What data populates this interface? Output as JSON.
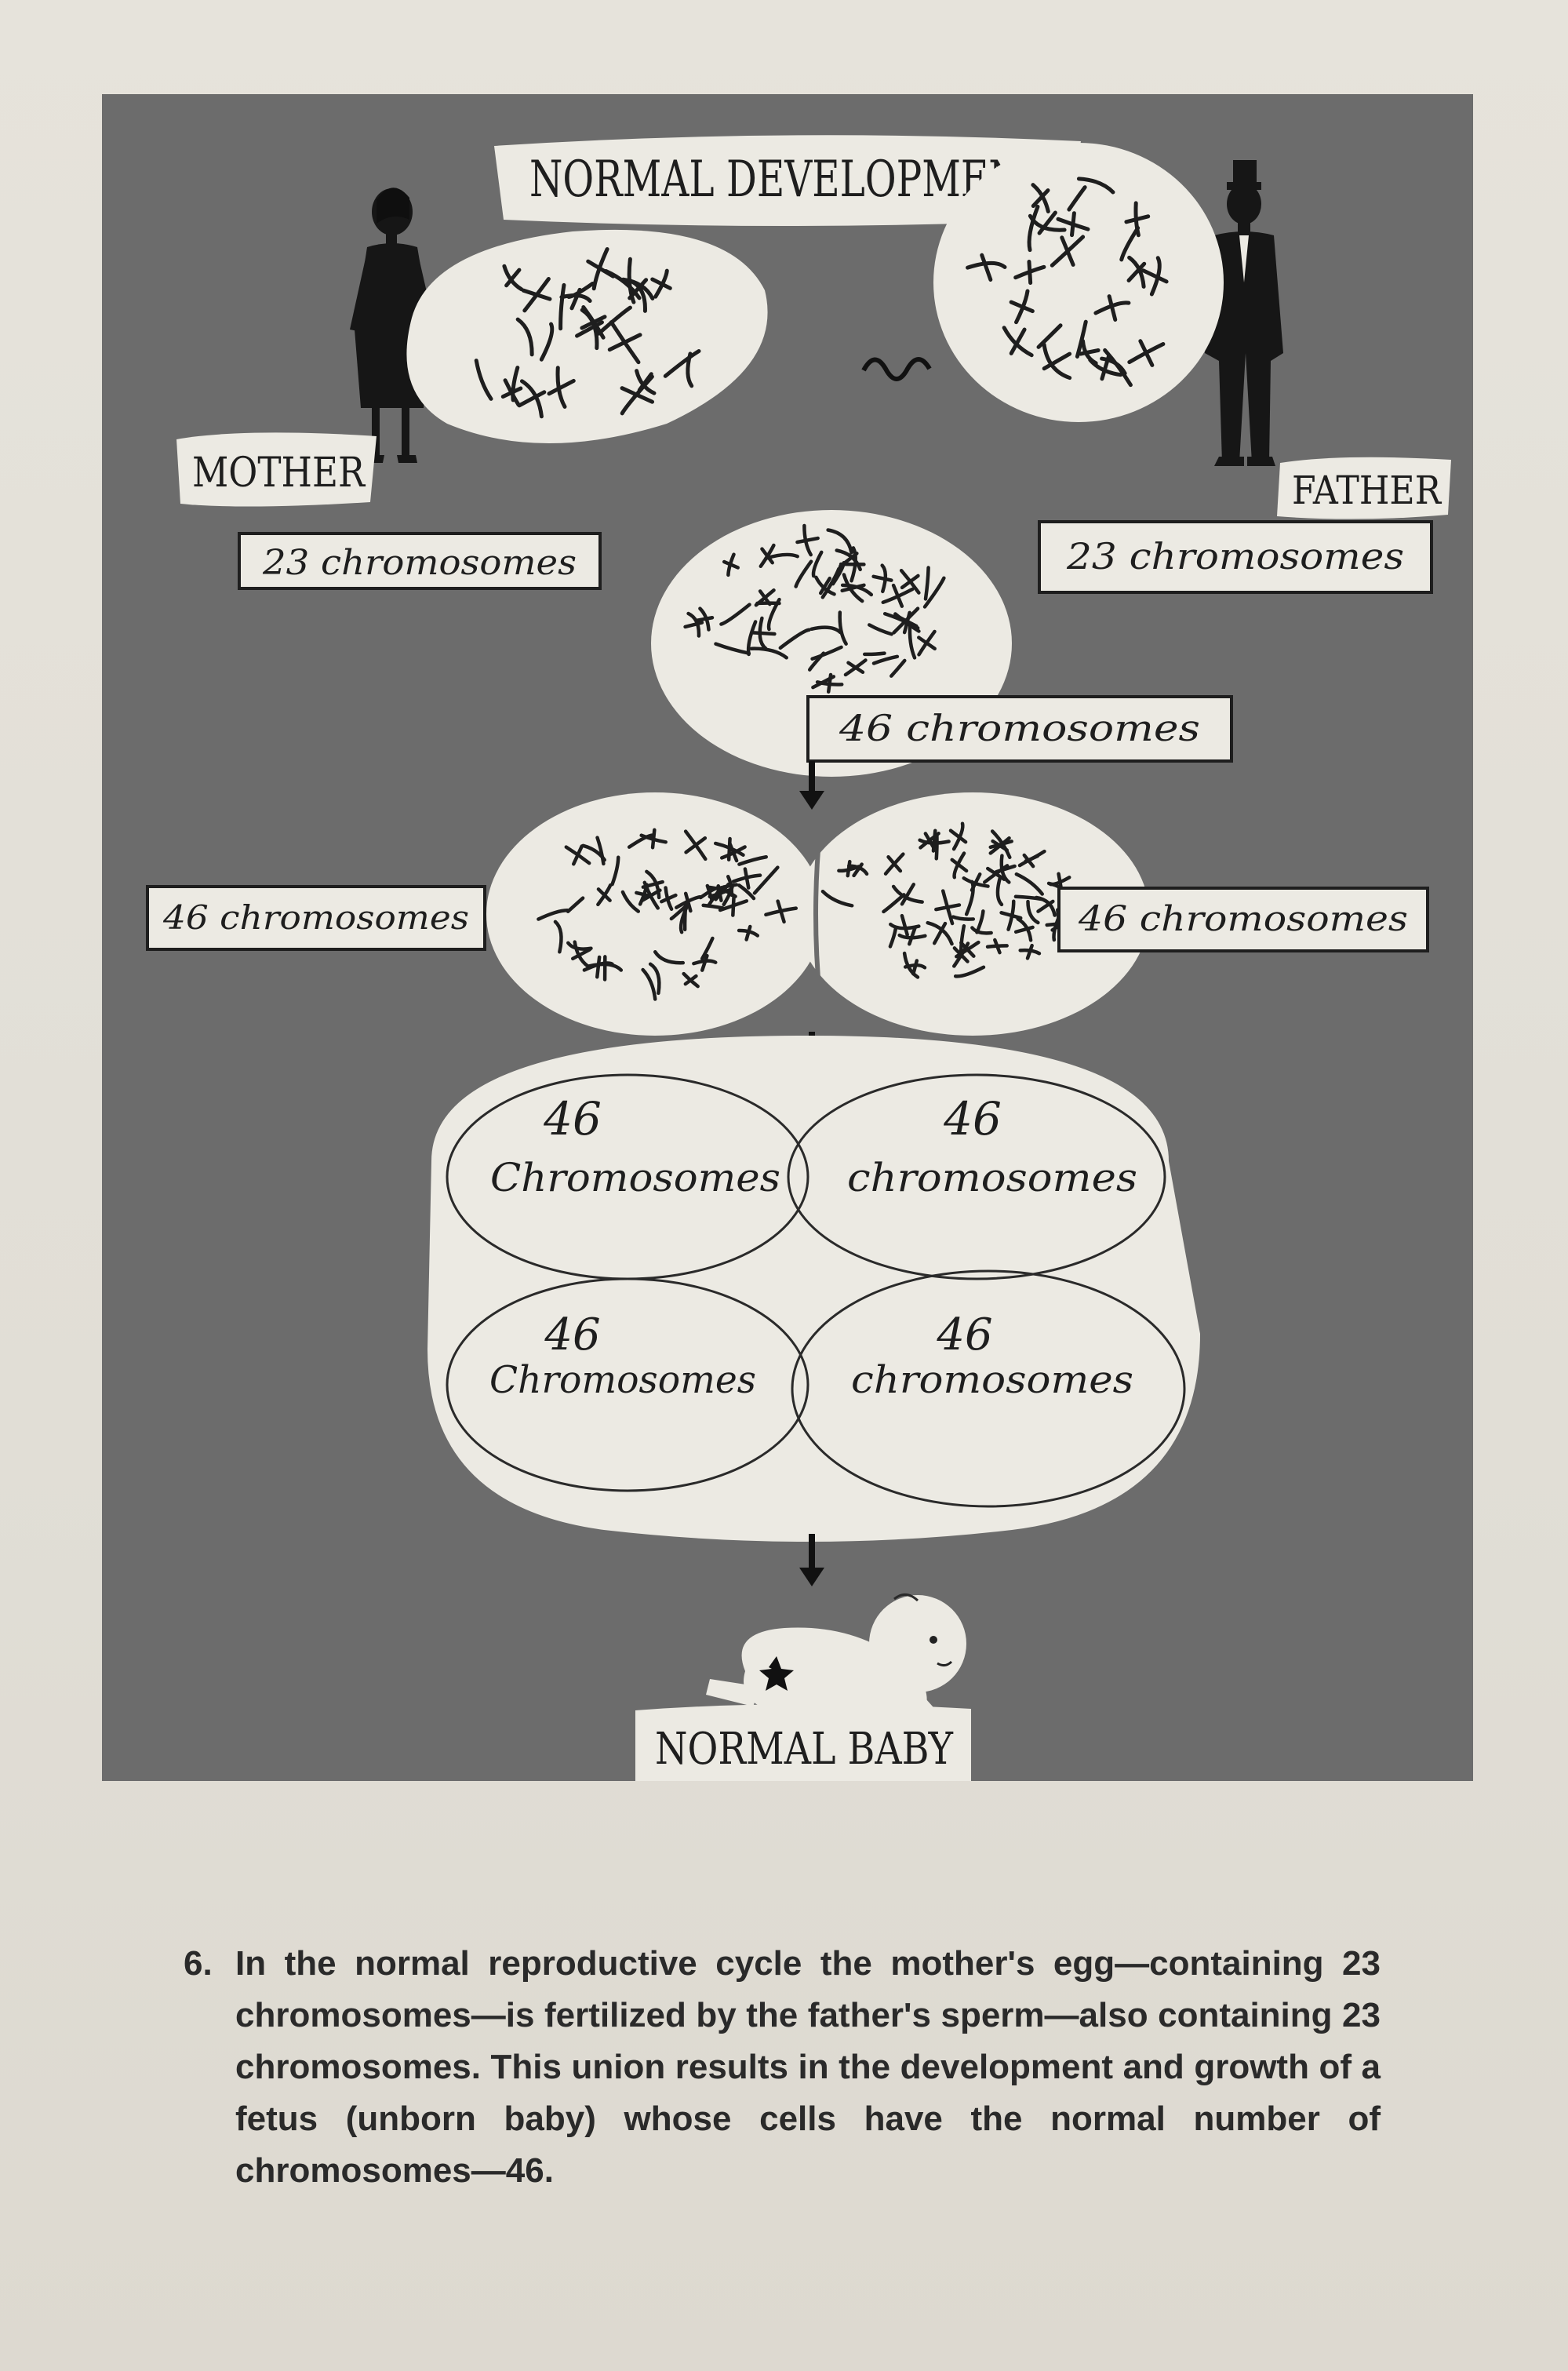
{
  "figure": {
    "title": "NORMAL DEVELOPMENT",
    "mother_label": "MOTHER",
    "father_label": "FATHER",
    "mother_count": "23 chromosomes",
    "father_count": "23 chromosomes",
    "zygote_count": "46 chromosomes",
    "cell_left_count": "46 chromosomes",
    "cell_right_count": "46 chromosomes",
    "four_cells": [
      {
        "number": "46",
        "word": "Chromosomes"
      },
      {
        "number": "46",
        "word": "chromosomes"
      },
      {
        "number": "46",
        "word": "Chromosomes"
      },
      {
        "number": "46",
        "word": "chromosomes"
      }
    ],
    "baby_label": "NORMAL BABY",
    "colors": {
      "panel": "#6c6c6c",
      "label_bg": "#eceae3",
      "ink": "#1e1e1e"
    }
  },
  "caption": {
    "number": "6.",
    "text": "In the normal reproductive cycle the mother's egg—containing 23 chromosomes—is fertilized by the father's sperm—also containing 23 chromosomes. This union results in the development and growth of a fetus (unborn baby) whose cells have the normal number of chromosomes—46."
  }
}
